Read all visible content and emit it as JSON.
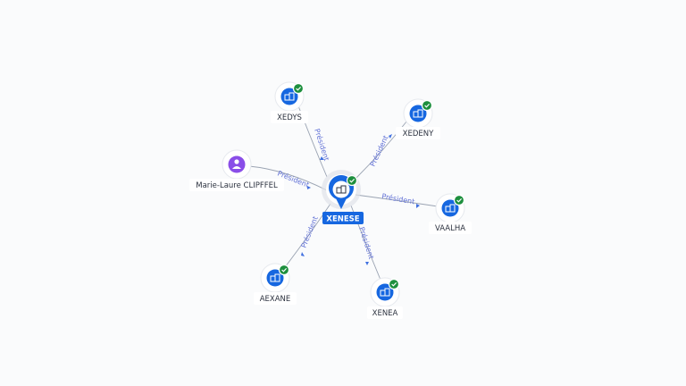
{
  "center": {
    "label": "XENESE",
    "icon": "company-icon",
    "verified": true,
    "color": "#1667e0"
  },
  "nodes": [
    {
      "id": "xedys",
      "label": "XEDYS",
      "type": "company",
      "verified": true,
      "relation": "Président"
    },
    {
      "id": "xedeny",
      "label": "XEDENY",
      "type": "company",
      "verified": true,
      "relation": "Président"
    },
    {
      "id": "marie-laure",
      "label": "Marie-Laure CLIPFFEL",
      "type": "person",
      "verified": false,
      "relation": "Président"
    },
    {
      "id": "vaalha",
      "label": "VAALHA",
      "type": "company",
      "verified": true,
      "relation": "Président"
    },
    {
      "id": "aexane",
      "label": "AEXANE",
      "type": "company",
      "verified": true,
      "relation": "Président"
    },
    {
      "id": "xenea",
      "label": "XENEA",
      "type": "company",
      "verified": true,
      "relation": "Président"
    }
  ],
  "colors": {
    "company": "#1667e0",
    "person": "#8a4ee8",
    "verified": "#1d8f3e",
    "relation_text": "#6272d6"
  }
}
